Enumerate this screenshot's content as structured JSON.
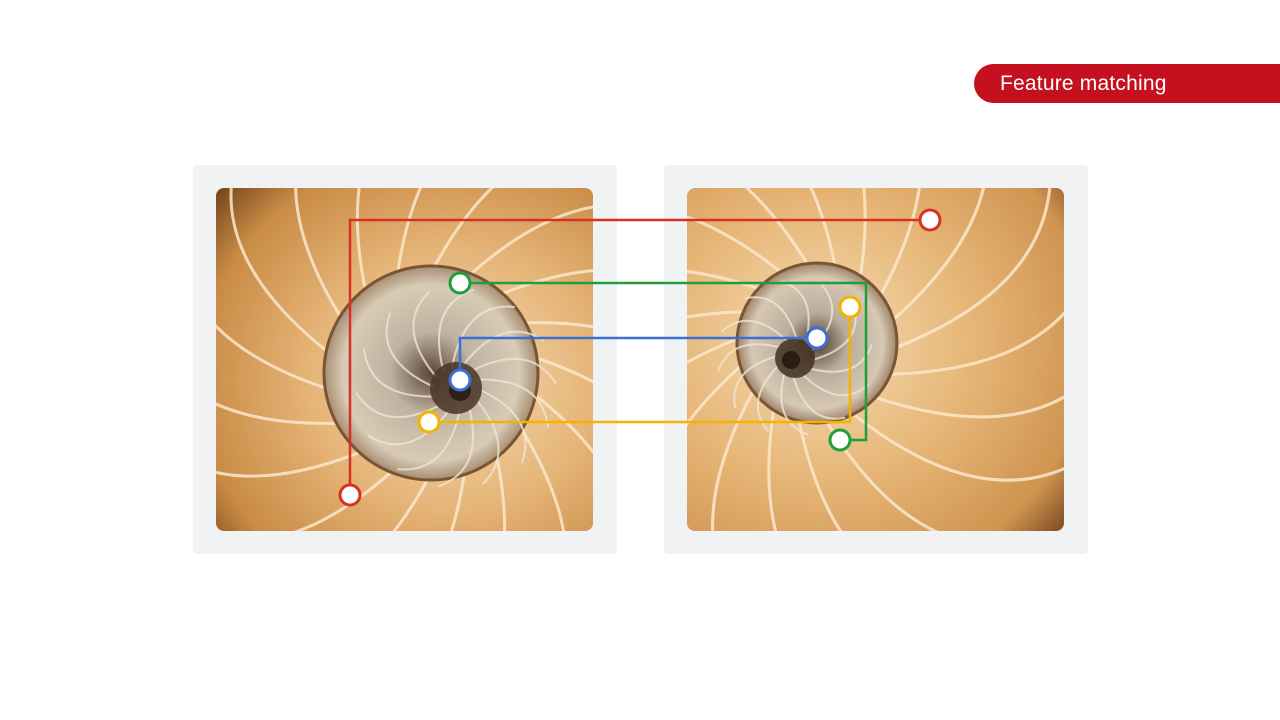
{
  "badge": {
    "label": "Feature matching",
    "color": "#c5111f"
  },
  "images": [
    {
      "name": "left-nautilus-image",
      "subject": "nautilus shell cross-section"
    },
    {
      "name": "right-nautilus-image",
      "subject": "nautilus shell cross-section (rotated, zoomed)"
    }
  ],
  "matches": [
    {
      "id": "red",
      "color": "#d93025"
    },
    {
      "id": "green",
      "color": "#1e9e3c"
    },
    {
      "id": "blue",
      "color": "#3b6fd8"
    },
    {
      "id": "yellow",
      "color": "#f2b400"
    }
  ],
  "palette": {
    "shell_light": "#f4d3a4",
    "shell_mid": "#d9a05a",
    "shell_dark": "#8a5422",
    "pearl": "#c9c0b0"
  }
}
